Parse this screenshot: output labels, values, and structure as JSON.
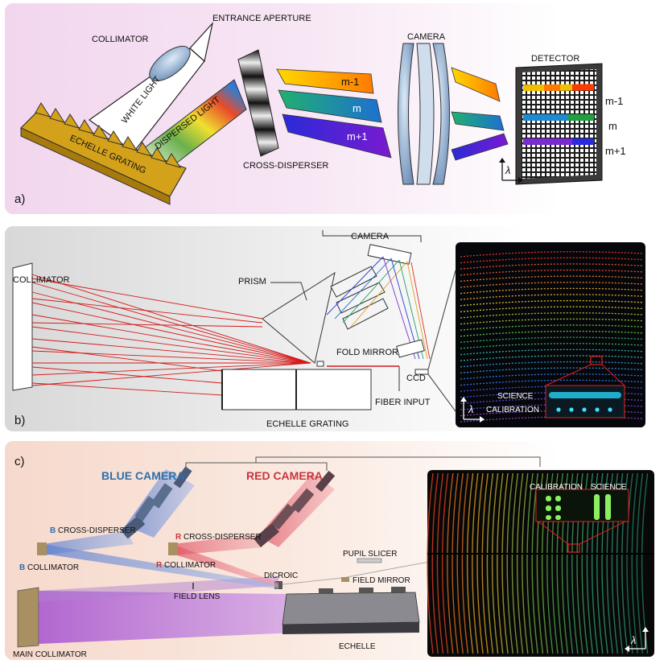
{
  "panel_a": {
    "tag": "a)",
    "labels": {
      "entrance_aperture": "ENTRANCE APERTURE",
      "collimator": "COLLIMATOR",
      "white_light": "WHITE LIGHT",
      "dispersed_light": "DISPERSED LIGHT",
      "echelle_grating": "ECHELLE GRATING",
      "cross_disperser": "CROSS-DISPERSER",
      "camera": "CAMERA",
      "detector": "DETECTOR",
      "order_m_minus_1": "m-1",
      "order_m": "m",
      "order_m_plus_1": "m+1",
      "det_m_minus_1": "m-1",
      "det_m": "m",
      "det_m_plus_1": "m+1",
      "lambda": "λ"
    }
  },
  "panel_b": {
    "tag": "b)",
    "labels": {
      "camera": "CAMERA",
      "collimator": "COLLIMATOR",
      "prism": "PRISM",
      "fold_mirror": "FOLD MIRROR",
      "ccd": "CCD",
      "fiber_input": "FIBER INPUT",
      "echelle_grating": "ECHELLE GRATING",
      "science": "SCIENCE",
      "calibration": "CALIBRATION",
      "lambda": "λ"
    }
  },
  "panel_c": {
    "tag": "c)",
    "labels": {
      "blue_camera": "BLUE CAMERA",
      "red_camera": "RED CAMERA",
      "b_letter": "B",
      "b_cross_disperser": " CROSS-DISPERSER",
      "r_letter": "R",
      "r_cross_disperser": " CROSS-DISPERSER",
      "b_collimator": " COLLIMATOR",
      "r_collimator": " COLLIMATOR",
      "pupil_slicer": "PUPIL SLICER",
      "field_lens": "FIELD LENS",
      "dichroic": "DICROIC",
      "field_mirror": "FIELD MIRROR",
      "main_collimator": "MAIN COLLIMATOR",
      "echelle": "ECHELLE",
      "calibration": "CALIBRATION",
      "science": "SCIENCE",
      "lambda": "λ"
    },
    "colors": {
      "blue_camera": "#2f6fa8",
      "red_camera": "#c7353d"
    }
  }
}
